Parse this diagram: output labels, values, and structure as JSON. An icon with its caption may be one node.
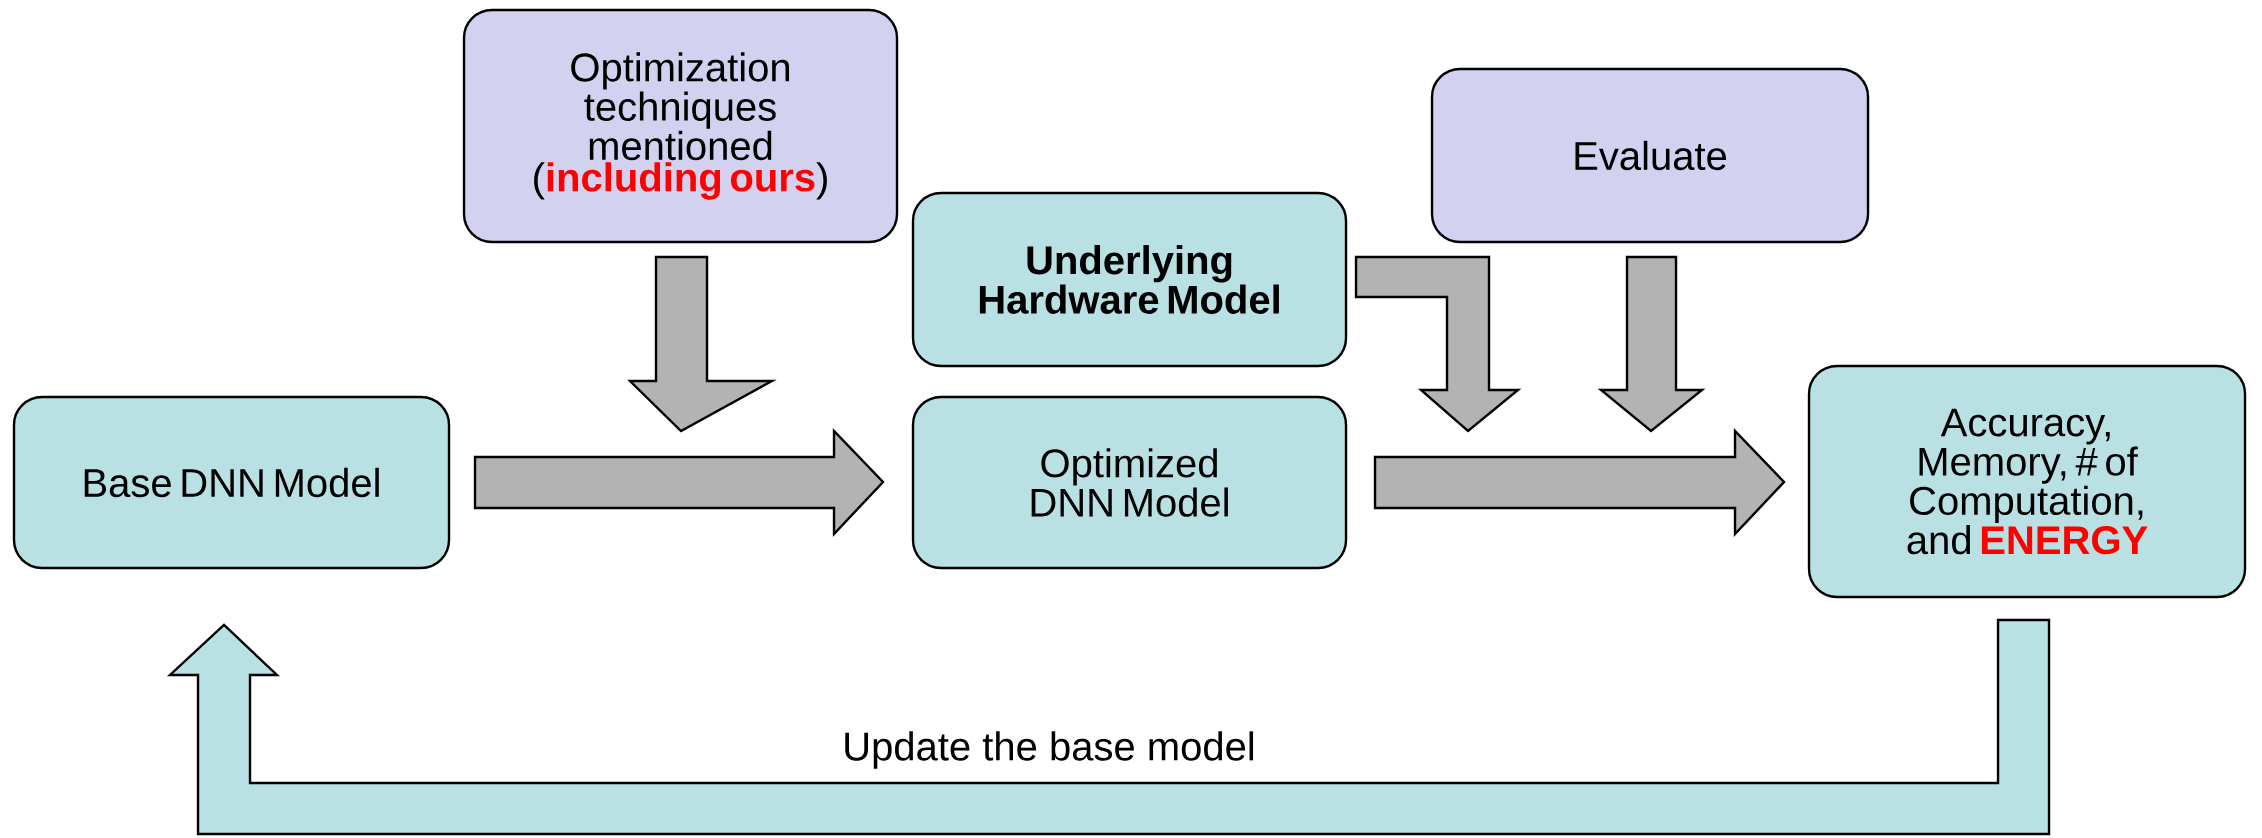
{
  "diagram": {
    "nodes": [
      {
        "text": [
          "Optimization techniques mentioned (**including ours**)"
        ]
      },
      {
        "text": [
          "Evaluate"
        ]
      },
      {
        "text": [
          "Underlying Hardware Model"
        ]
      },
      {
        "text": [
          "Base DNN Model"
        ]
      },
      {
        "text": [
          "Optimized DNN Model"
        ]
      },
      {
        "text": [
          "Accuracy, Memory, # of Computation, and **ENERGY**"
        ]
      }
    ],
    "edges": [
      {
        "from": 0,
        "to": null,
        "arrow": "to"
      },
      {
        "from": 3,
        "to": 4,
        "arrow": "to"
      },
      {
        "from": 2,
        "to": null,
        "arrow": "to"
      },
      {
        "from": 1,
        "to": null,
        "arrow": "to"
      },
      {
        "from": 4,
        "to": 5,
        "arrow": "to"
      },
      {
        "from": 5,
        "to": 3,
        "arrow": "to",
        "label": "Update the base model",
        "color": "#b9e0e2"
      }
    ]
  }
}
